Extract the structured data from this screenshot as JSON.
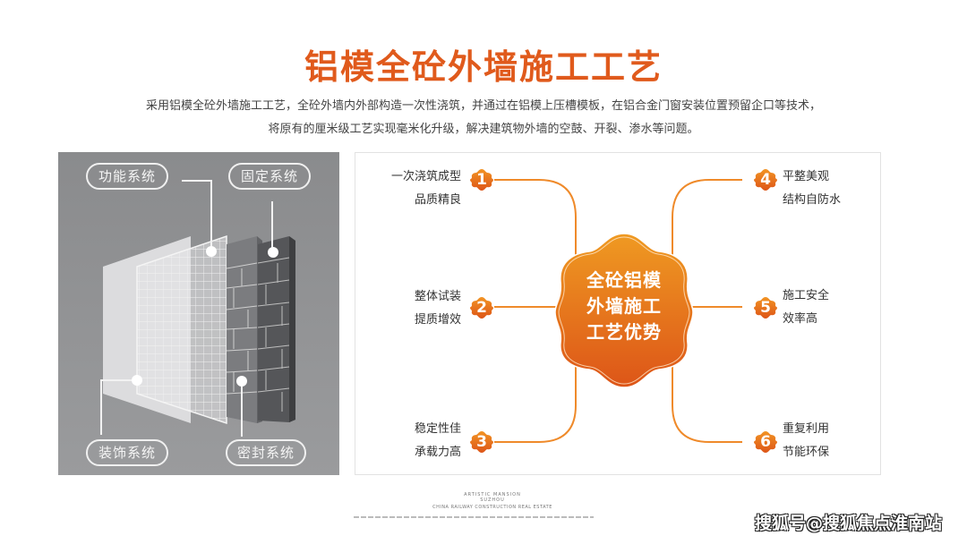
{
  "page": {
    "title": "铝模全砼外墙施工工艺",
    "description": [
      "采用铝模全砼外墙施工工艺，全砼外墙内外部构造一次性浇筑，并通过在铝模上压槽模板，在铝合金门窗安装位置预留企口等技术，",
      "将原有的厘米级工艺实现毫米化升级，解决建筑物外墙的空鼓、开裂、渗水等问题。"
    ]
  },
  "colors": {
    "accent": "#e05a1c",
    "accent_light": "#f0962a",
    "panel_gray": "#8e8f91",
    "text": "#333333"
  },
  "wall_diagram": {
    "labels": {
      "functional": "功能系统",
      "fixing": "固定系统",
      "decorative": "装饰系统",
      "sealing": "密封系统"
    }
  },
  "advantages": {
    "center_lines": [
      "全砼铝模",
      "外墙施工",
      "工艺优势"
    ],
    "items": [
      {
        "num": "1",
        "line1": "一次浇筑成型",
        "line2": "品质精良"
      },
      {
        "num": "2",
        "line1": "整体试装",
        "line2": "提质增效"
      },
      {
        "num": "3",
        "line1": "稳定性佳",
        "line2": "承载力高"
      },
      {
        "num": "4",
        "line1": "平整美观",
        "line2": "结构自防水"
      },
      {
        "num": "5",
        "line1": "施工安全",
        "line2": "效率高"
      },
      {
        "num": "6",
        "line1": "重复利用",
        "line2": "节能环保"
      }
    ]
  },
  "footer": {
    "logo_line1": "ARTISTIC MANSION",
    "logo_line2": "SUZHOU",
    "logo_line3": "CHINA RAILWAY CONSTRUCTION REAL ESTATE",
    "watermark": "搜狐号@搜狐焦点淮南站"
  }
}
